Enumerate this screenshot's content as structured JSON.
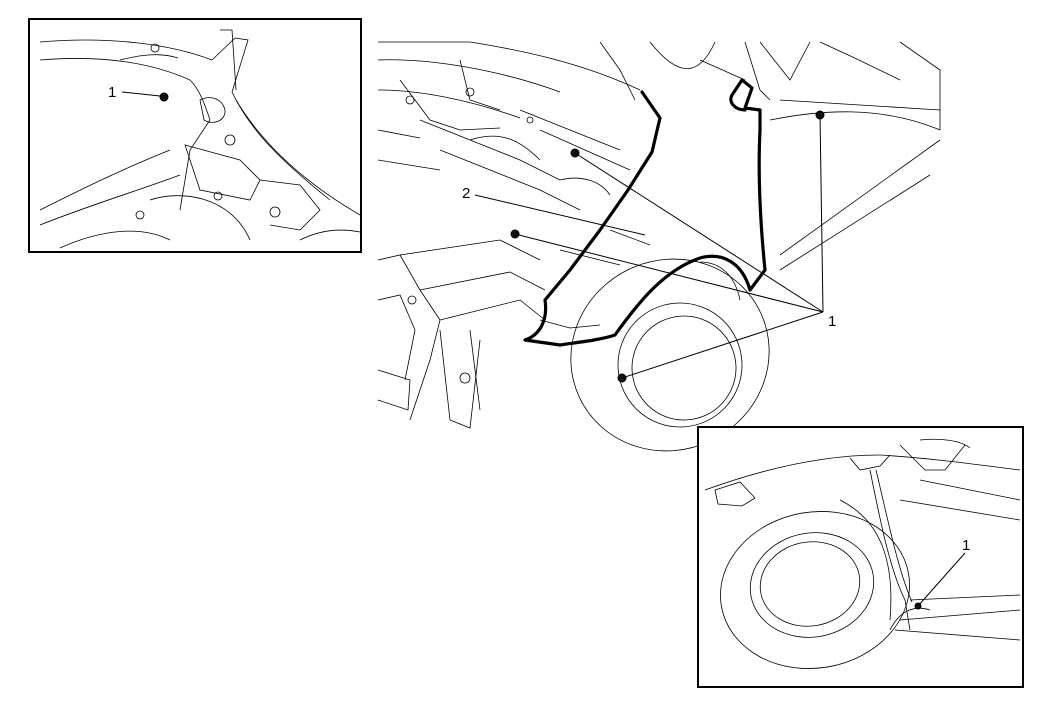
{
  "figure": {
    "main_view": {
      "callouts": {
        "fastener": "1",
        "fender": "2"
      }
    },
    "detail_upper_left": {
      "callouts": {
        "fastener": "1"
      }
    },
    "detail_lower_right": {
      "callouts": {
        "fastener": "1"
      }
    }
  }
}
